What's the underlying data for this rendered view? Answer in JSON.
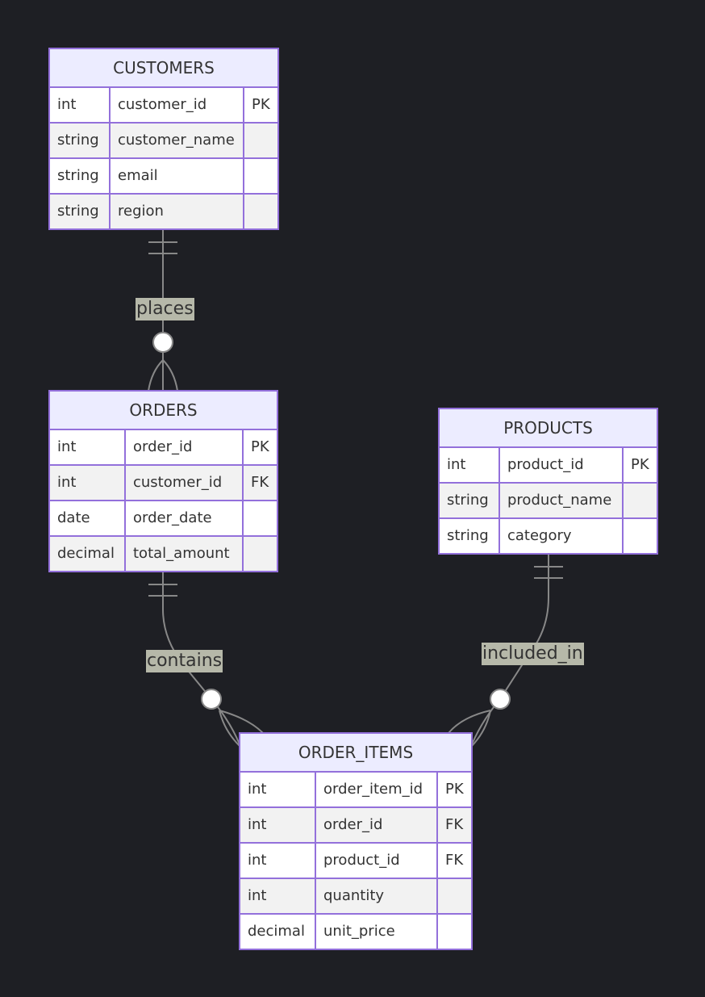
{
  "colors": {
    "background": "#1e1f24",
    "entity_border": "#9370db",
    "entity_header": "#ececff",
    "row_odd": "#ffffff",
    "row_even": "#f2f2f2",
    "line": "#888888",
    "label_bg": "#b6b8a9"
  },
  "entities": [
    {
      "id": "customers",
      "name": "CUSTOMERS",
      "attributes": [
        {
          "type": "int",
          "name": "customer_id",
          "key": "PK"
        },
        {
          "type": "string",
          "name": "customer_name",
          "key": ""
        },
        {
          "type": "string",
          "name": "email",
          "key": ""
        },
        {
          "type": "string",
          "name": "region",
          "key": ""
        }
      ]
    },
    {
      "id": "orders",
      "name": "ORDERS",
      "attributes": [
        {
          "type": "int",
          "name": "order_id",
          "key": "PK"
        },
        {
          "type": "int",
          "name": "customer_id",
          "key": "FK"
        },
        {
          "type": "date",
          "name": "order_date",
          "key": ""
        },
        {
          "type": "decimal",
          "name": "total_amount",
          "key": ""
        }
      ]
    },
    {
      "id": "products",
      "name": "PRODUCTS",
      "attributes": [
        {
          "type": "int",
          "name": "product_id",
          "key": "PK"
        },
        {
          "type": "string",
          "name": "product_name",
          "key": ""
        },
        {
          "type": "string",
          "name": "category",
          "key": ""
        }
      ]
    },
    {
      "id": "order_items",
      "name": "ORDER_ITEMS",
      "attributes": [
        {
          "type": "int",
          "name": "order_item_id",
          "key": "PK"
        },
        {
          "type": "int",
          "name": "order_id",
          "key": "FK"
        },
        {
          "type": "int",
          "name": "product_id",
          "key": "FK"
        },
        {
          "type": "int",
          "name": "quantity",
          "key": ""
        },
        {
          "type": "decimal",
          "name": "unit_price",
          "key": ""
        }
      ]
    }
  ],
  "relationships": [
    {
      "id": "places",
      "label": "places",
      "from": "customers",
      "to": "orders",
      "from_cardinality": "exactly-one",
      "to_cardinality": "zero-or-more"
    },
    {
      "id": "contains",
      "label": "contains",
      "from": "orders",
      "to": "order_items",
      "from_cardinality": "exactly-one",
      "to_cardinality": "zero-or-more"
    },
    {
      "id": "included_in",
      "label": "included_in",
      "from": "products",
      "to": "order_items",
      "from_cardinality": "exactly-one",
      "to_cardinality": "zero-or-more"
    }
  ]
}
